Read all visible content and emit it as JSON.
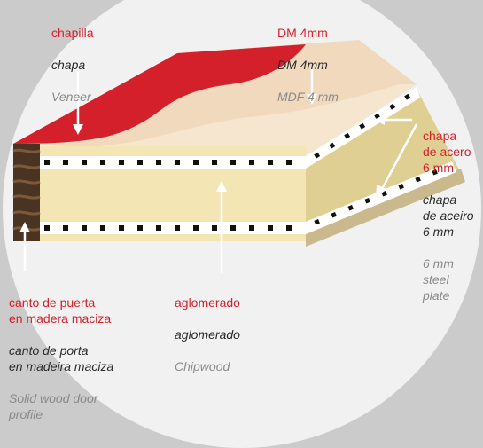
{
  "colors": {
    "red": "#d6202a",
    "veneer_red": "#d4202b",
    "mdf_light": "#f1d9bd",
    "chipwood": "#f3e6b4",
    "wood_dark": "#4a3320",
    "steel_band": "#ffffff",
    "steel_dots": "#111111",
    "background": "#cbcbcb",
    "circle": "#f1f1f1"
  },
  "labels": {
    "veneer": {
      "es": "chapilla",
      "pt": "chapa",
      "en": "Veneer"
    },
    "mdf": {
      "es": "DM 4mm",
      "pt": "DM 4mm",
      "en": "MDF 4 mm"
    },
    "steel": {
      "es": "chapa\nde acero\n6 mm",
      "pt": "chapa\nde aceiro\n6 mm",
      "en": "6 mm\nsteel\nplate"
    },
    "profile": {
      "es": "canto de puerta\nen madera maciza",
      "pt": "canto de porta\nen madeira maciza",
      "en": "Solid wood door\nprofile"
    },
    "chipwood": {
      "es": "aglomerado",
      "pt": "aglomerado",
      "en": "Chipwood"
    }
  }
}
